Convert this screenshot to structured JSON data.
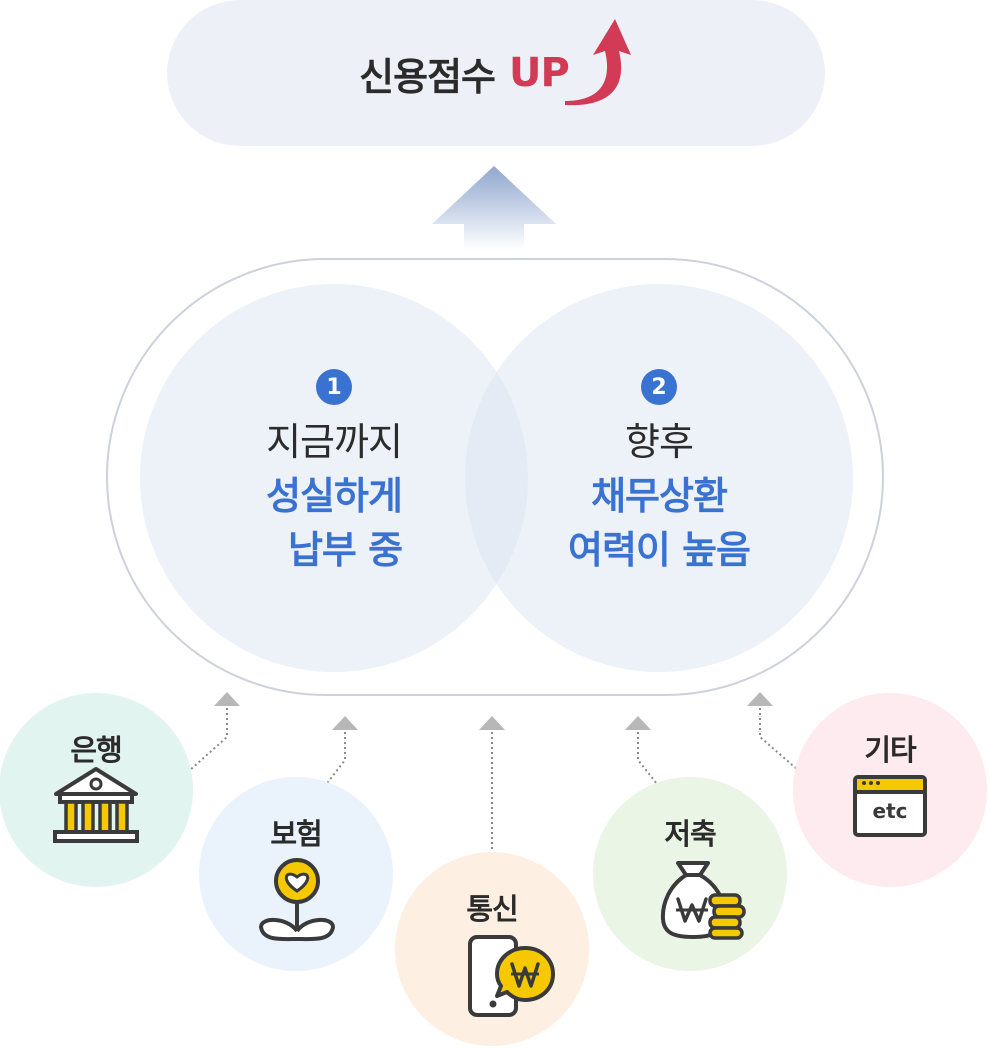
{
  "header": {
    "title": "신용점수",
    "accent": "UP",
    "accent_color": "#d23a55"
  },
  "overlap": [
    {
      "badge": "1",
      "line1": "지금까지",
      "line2": "성실하게",
      "line3": "납부 중"
    },
    {
      "badge": "2",
      "line1": "향후",
      "line2": "채무상환",
      "line3": "여력이 높음"
    }
  ],
  "categories": [
    {
      "label": "은행",
      "icon": "bank-icon",
      "bg": "#e2f4ef"
    },
    {
      "label": "보험",
      "icon": "flower-heart-icon",
      "bg": "#eaf2fc"
    },
    {
      "label": "통신",
      "icon": "phone-won-icon",
      "bg": "#fdf0e3"
    },
    {
      "label": "저축",
      "icon": "money-bag-icon",
      "bg": "#eaf5e6"
    },
    {
      "label": "기타",
      "icon": "etc-window-icon",
      "bg": "#fdebef",
      "icon_text": "etc"
    }
  ],
  "colors": {
    "accent_blue": "#3a72d2",
    "icon_yellow": "#f5c800",
    "outline": "#3a3a3a"
  }
}
